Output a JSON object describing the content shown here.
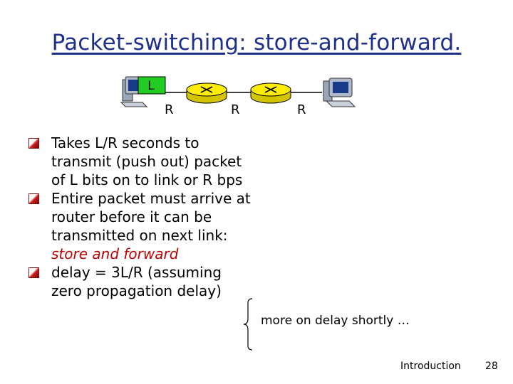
{
  "title": "Packet-switching: store-and-forward",
  "title_period": ".",
  "diagram": {
    "packet_label": "L",
    "link_labels": [
      "R",
      "R",
      "R"
    ]
  },
  "bullets": [
    {
      "text": "Takes L/R seconds to transmit (push out) packet of L bits on to link or R bps",
      "emph": ""
    },
    {
      "text": "Entire packet must arrive at router before it can be transmitted on next link: ",
      "emph": "store and forward"
    },
    {
      "text": "delay = 3L/R (assuming zero propagation delay)",
      "emph": ""
    }
  ],
  "side_note": "more on delay shortly …",
  "footer": {
    "label": "Introduction",
    "page": "28"
  },
  "colors": {
    "title": "#1f2f8c",
    "emphasis": "#c00000",
    "router": "#ffee00",
    "packet": "#22cc22"
  }
}
